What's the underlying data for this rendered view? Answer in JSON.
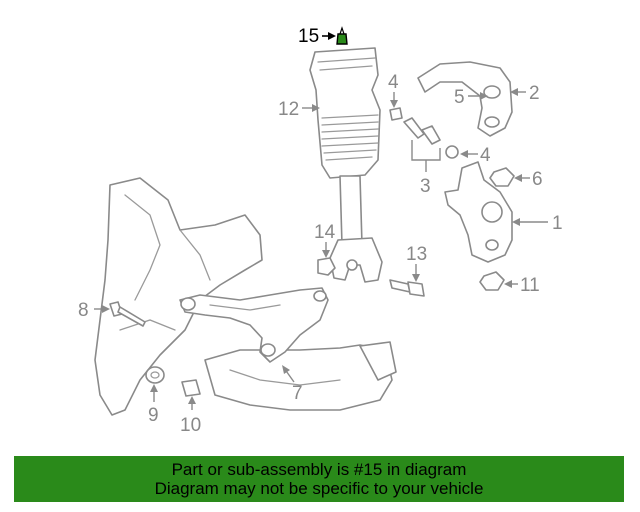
{
  "diagram": {
    "callouts": [
      "1",
      "2",
      "3",
      "4",
      "4",
      "5",
      "6",
      "7",
      "8",
      "9",
      "10",
      "11",
      "12",
      "13",
      "14",
      "15"
    ],
    "highlight_callout": "15",
    "highlight_color": "#2a8a1a"
  },
  "banner": {
    "line1": "Part or sub-assembly is #15 in diagram",
    "line2": "Diagram may not be specific to your vehicle",
    "color": "#2a8a1a"
  }
}
